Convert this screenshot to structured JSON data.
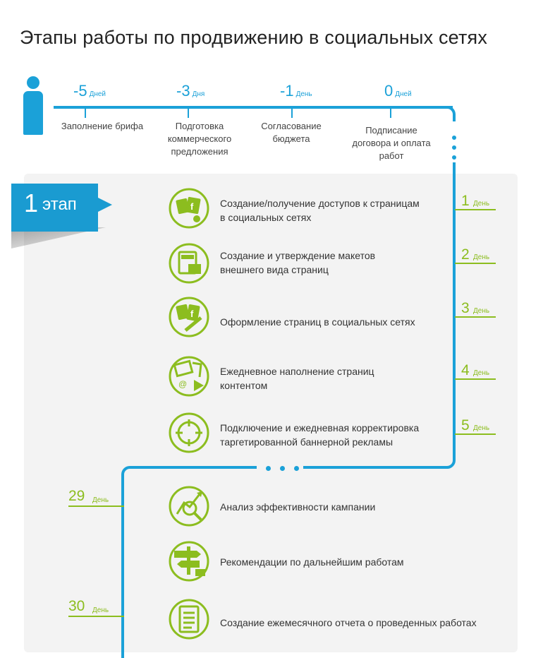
{
  "title": "Этапы работы по продвижению в социальных сетях",
  "colors": {
    "timeline": "#1ba1d8",
    "accent_green": "#8cbd1f",
    "panel": "#f3f3f3"
  },
  "pre_steps": [
    {
      "num": "-5",
      "unit": "Дней",
      "label": "Заполнение брифа"
    },
    {
      "num": "-3",
      "unit": "Дня",
      "label": "Подготовка\nкоммерческого\nпредложения"
    },
    {
      "num": "-1",
      "unit": "День",
      "label": "Согласование\nбюджета"
    },
    {
      "num": "0",
      "unit": "Дней",
      "label": "Подписание\nдоговора и оплата\nработ"
    }
  ],
  "stage": {
    "number": "1",
    "word": "этап"
  },
  "steps": [
    {
      "icon": "social-access-icon",
      "text": "Создание/получение доступов к страницам\nв социальных сетях",
      "day_num": "1",
      "day_unit": "День"
    },
    {
      "icon": "page-mockup-icon",
      "text": "Создание и утверждение макетов\nвнешнего вида страниц",
      "day_num": "2",
      "day_unit": "День"
    },
    {
      "icon": "page-design-icon",
      "text": "Оформление страниц в социальных сетях",
      "day_num": "3",
      "day_unit": "День"
    },
    {
      "icon": "content-filling-icon",
      "text": "Ежедневное наполнение страниц\nконтентом",
      "day_num": "4",
      "day_unit": "День"
    },
    {
      "icon": "target-icon",
      "text": "Подключение и ежедневная корректировка\nтаргетированной баннерной рекламы",
      "day_num": "5",
      "day_unit": "День"
    }
  ],
  "late_steps": [
    {
      "icon": "analytics-icon",
      "text": "Анализ эффективности кампании"
    },
    {
      "icon": "signpost-icon",
      "text": "Рекомендации по дальнейшим работам"
    },
    {
      "icon": "report-icon",
      "text": "Создание ежемесячного отчета о проведенных работах"
    }
  ],
  "late_days": [
    {
      "num": "29",
      "unit": "День"
    },
    {
      "num": "30",
      "unit": "День"
    }
  ]
}
